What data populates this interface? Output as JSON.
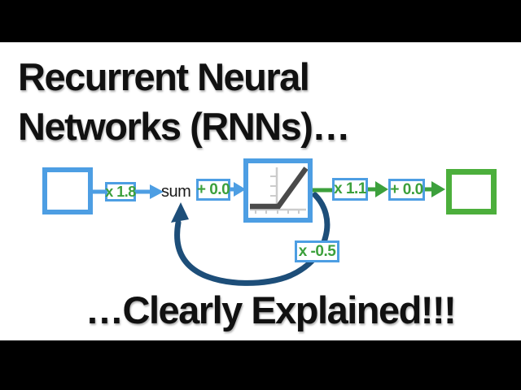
{
  "header": {
    "title_line1": "Recurrent Neural",
    "title_line2": "Networks (RNNs)…"
  },
  "footer": {
    "title": "…Clearly Explained!!!"
  },
  "diagram": {
    "sum_label": "sum",
    "weight1": "x 1.8",
    "bias1": "+ 0.0",
    "weight2": "x 1.1",
    "bias2": "+ 0.0",
    "recurrent_weight": "x -0.5",
    "activation_icon": "relu-plot-icon"
  },
  "colors": {
    "blue": "#4D9EE3",
    "green": "#3CA03C",
    "green_square": "#4CAF3C",
    "navy": "#1D4E79",
    "axis_gray": "#CCCCCC",
    "relu_gray": "#4A4A4A",
    "letterbox": "#000000",
    "background": "#FFFFFF",
    "text": "#111111"
  }
}
